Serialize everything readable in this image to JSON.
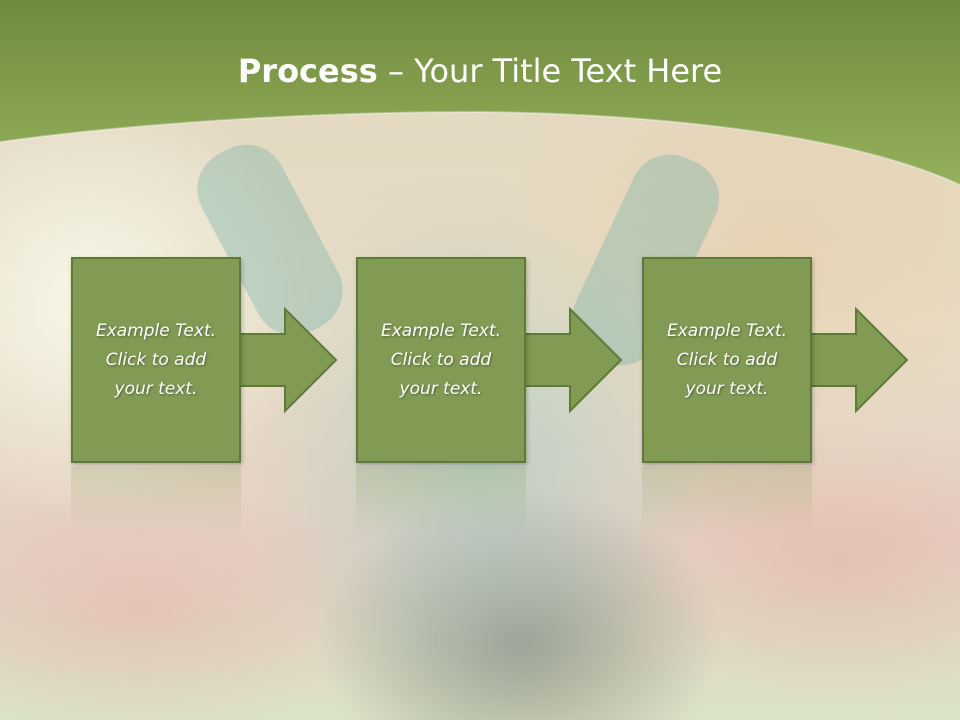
{
  "title": {
    "bold": "Process",
    "rest": " – Your Title Text Here"
  },
  "steps": [
    {
      "text": "Example Text.\nClick  to add\nyour text."
    },
    {
      "text": "Example Text.\nClick  to add\nyour text."
    },
    {
      "text": "Example Text.\nClick  to add\nyour text."
    }
  ],
  "colors": {
    "header_green": "#87a24f",
    "box_green": "#819a54",
    "box_border": "#5e7a37"
  }
}
